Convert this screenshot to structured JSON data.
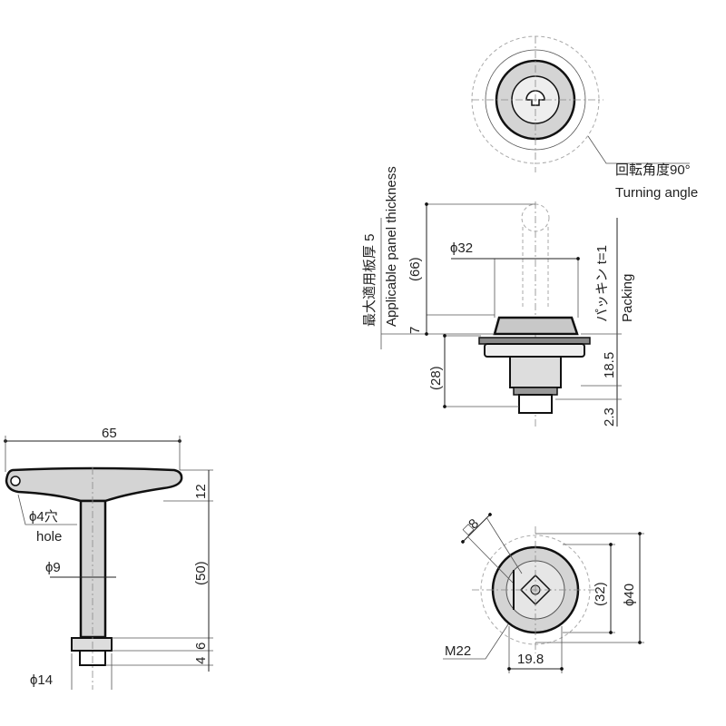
{
  "top_view": {
    "rotation_jp": "回転角度90°",
    "rotation_en": "Turning angle"
  },
  "side_view": {
    "panel_jp": "最大適用板厚 5",
    "panel_en": "Applicable panel thickness",
    "dim_66": "(66)",
    "dim_7": "7",
    "dim_phi32": "ϕ32",
    "packing_jp": "パッキン t=1",
    "packing_en": "Packing",
    "dim_18_5": "18.5",
    "dim_28": "(28)",
    "dim_2_3": "2.3"
  },
  "key_view": {
    "dim_65": "65",
    "dim_12": "12",
    "hole_jp": "ϕ4穴",
    "hole_en": "hole",
    "dim_phi9": "ϕ9",
    "dim_50": "(50)",
    "dim_6": "6",
    "dim_4": "4",
    "dim_phi14": "ϕ14"
  },
  "bottom_view": {
    "dim_sq8": "□8",
    "dim_32": "(32)",
    "dim_phi40": "ϕ40",
    "thread": "M22",
    "dim_19_8": "19.8"
  },
  "colors": {
    "fill_gray": "#d4d4d4",
    "line": "#111111"
  }
}
